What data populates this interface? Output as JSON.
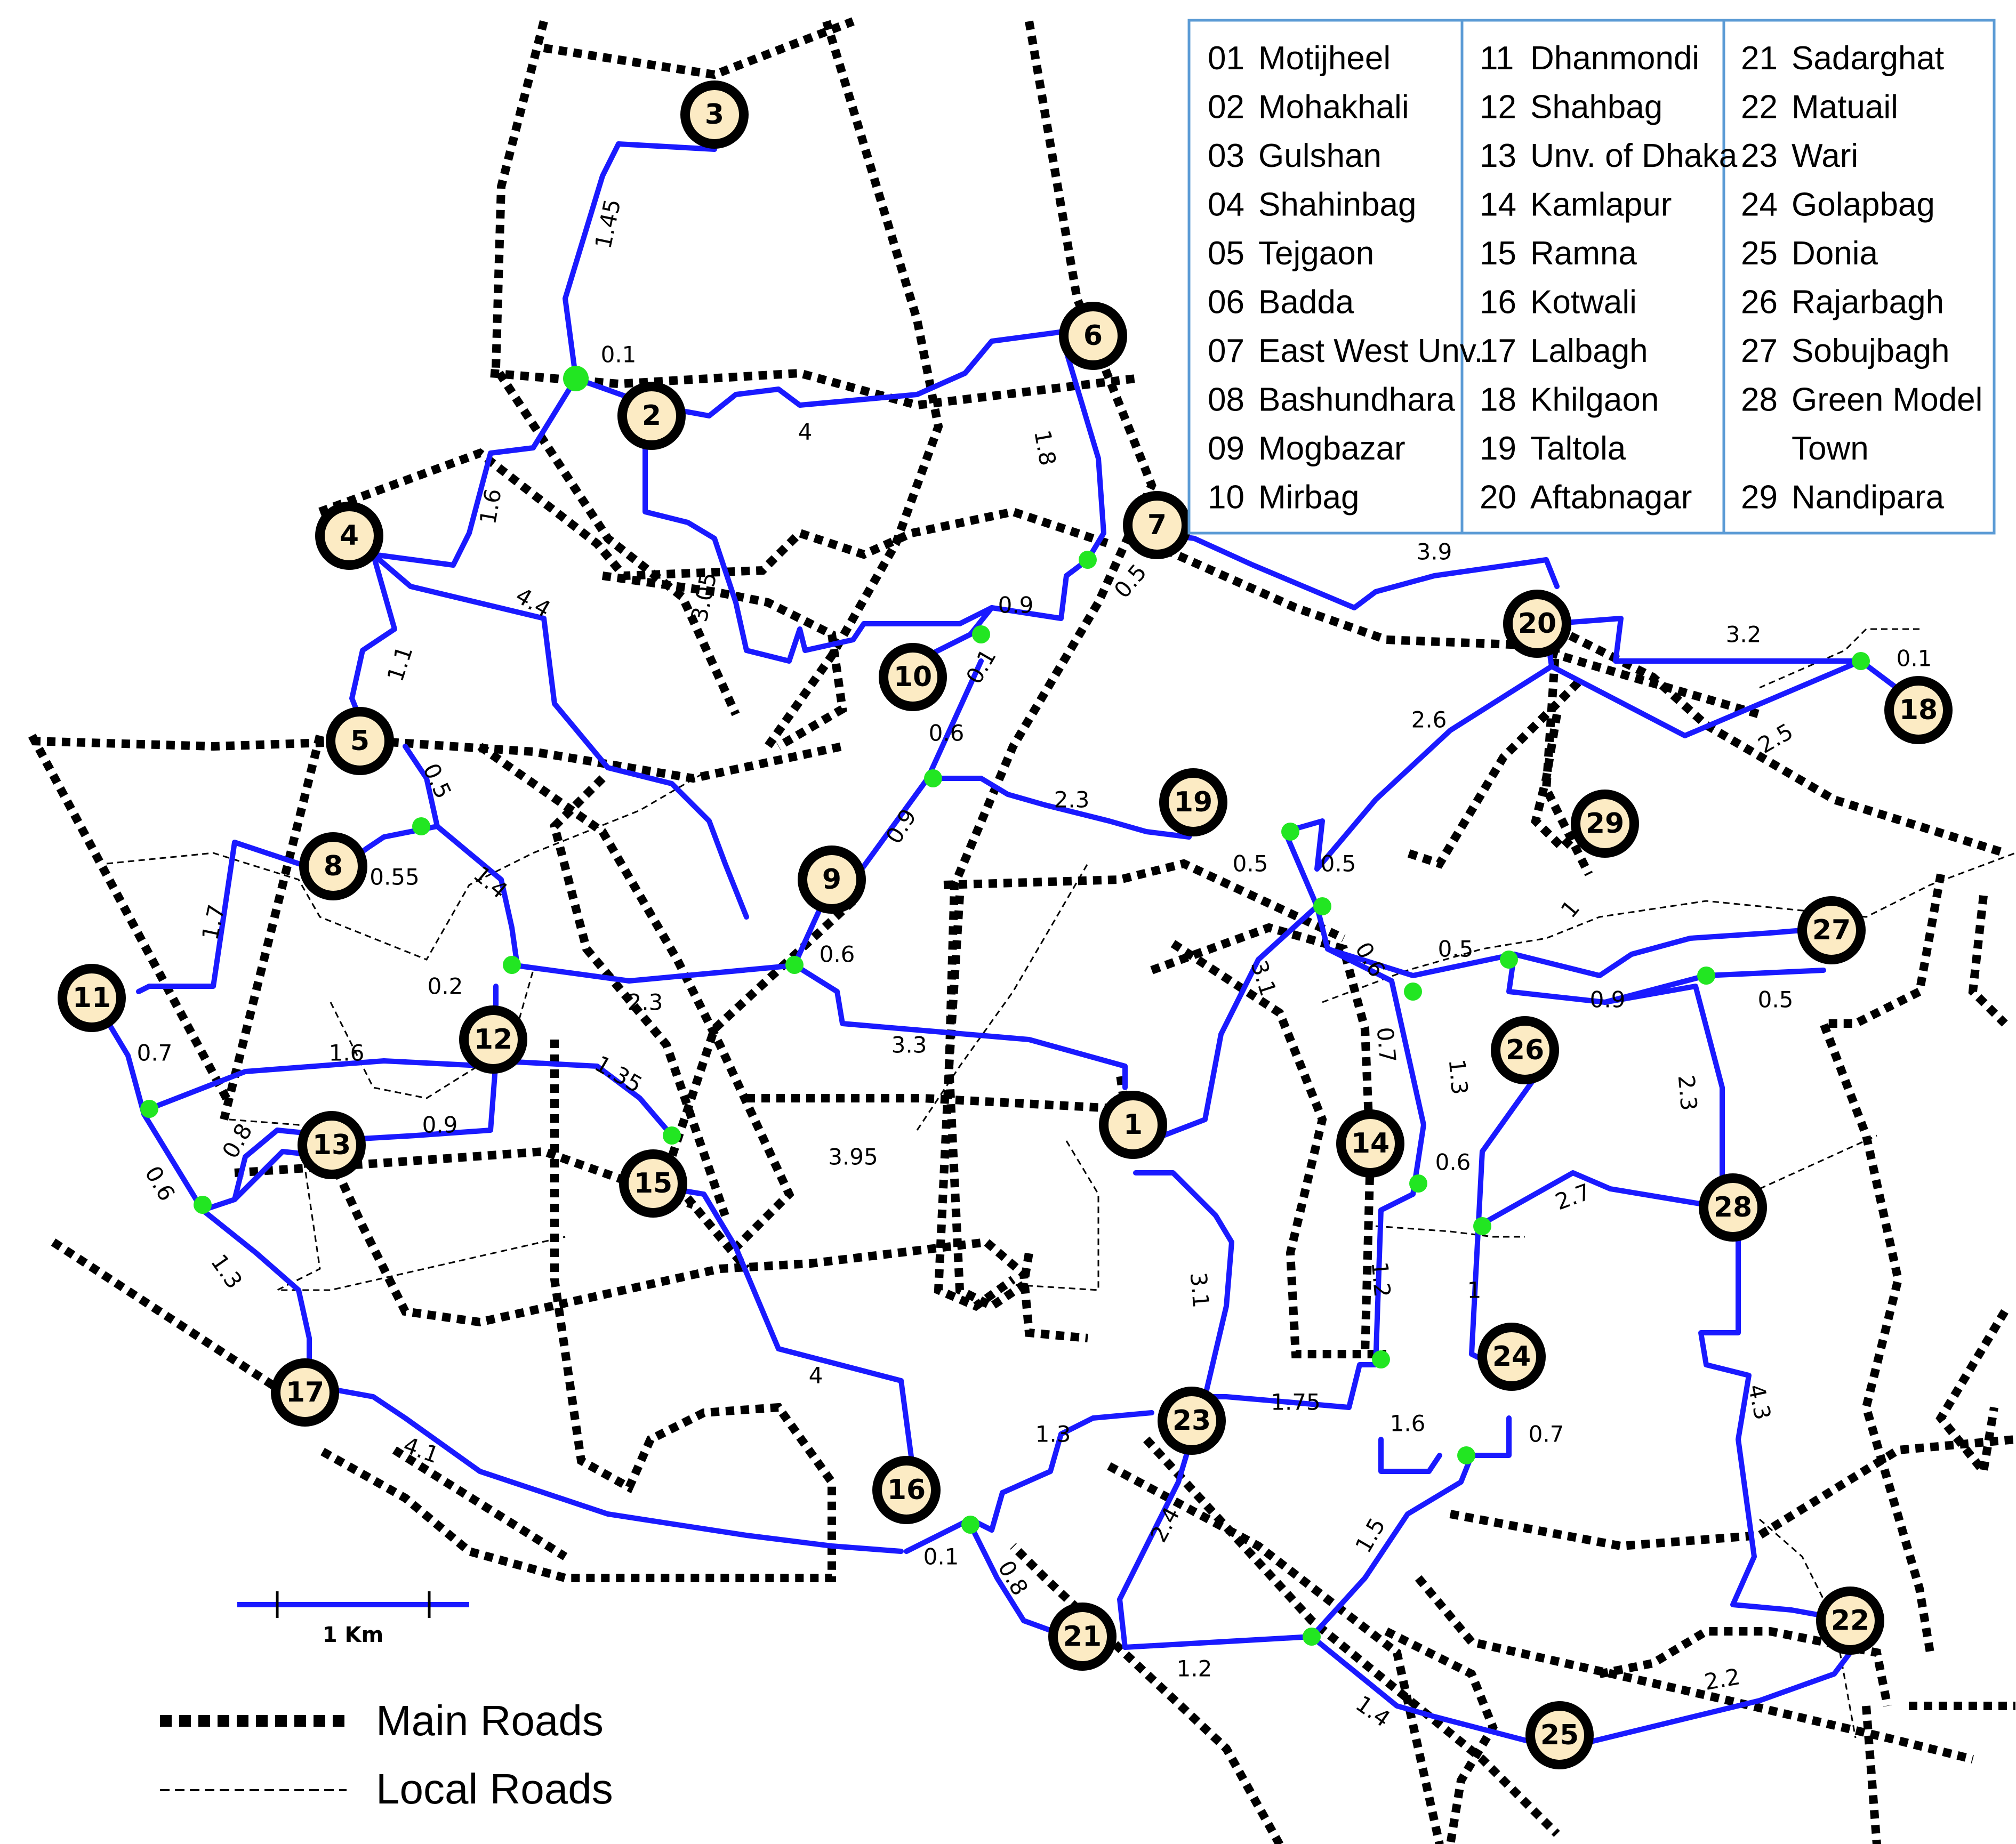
{
  "legend": {
    "columns": [
      [
        {
          "code": "01",
          "name": "Motijheel"
        },
        {
          "code": "02",
          "name": "Mohakhali"
        },
        {
          "code": "03",
          "name": "Gulshan"
        },
        {
          "code": "04",
          "name": "Shahinbag"
        },
        {
          "code": "05",
          "name": "Tejgaon"
        },
        {
          "code": "06",
          "name": "Badda"
        },
        {
          "code": "07",
          "name": "East West Unv."
        },
        {
          "code": "08",
          "name": "Bashundhara"
        },
        {
          "code": "09",
          "name": "Mogbazar"
        },
        {
          "code": "10",
          "name": "Mirbag"
        }
      ],
      [
        {
          "code": "11",
          "name": "Dhanmondi"
        },
        {
          "code": "12",
          "name": "Shahbag"
        },
        {
          "code": "13",
          "name": "Unv. of Dhaka"
        },
        {
          "code": "14",
          "name": "Kamlapur"
        },
        {
          "code": "15",
          "name": "Ramna"
        },
        {
          "code": "16",
          "name": "Kotwali"
        },
        {
          "code": "17",
          "name": "Lalbagh"
        },
        {
          "code": "18",
          "name": "Khilgaon"
        },
        {
          "code": "19",
          "name": "Taltola"
        },
        {
          "code": "20",
          "name": "Aftabnagar"
        }
      ],
      [
        {
          "code": "21",
          "name": "Sadarghat"
        },
        {
          "code": "22",
          "name": "Matuail"
        },
        {
          "code": "23",
          "name": "Wari"
        },
        {
          "code": "24",
          "name": "Golapbag"
        },
        {
          "code": "25",
          "name": "Donia"
        },
        {
          "code": "26",
          "name": "Rajarbagh"
        },
        {
          "code": "27",
          "name": "Sobujbagh"
        },
        {
          "code": "28",
          "name": "Green Model"
        },
        {
          "code": "",
          "name": "Town"
        },
        {
          "code": "29",
          "name": "Nandipara"
        }
      ]
    ]
  },
  "key": {
    "main_roads": "Main Roads",
    "local_roads": "Local Roads",
    "scale": "1 Km"
  },
  "nodes": [
    "1",
    "2",
    "3",
    "4",
    "5",
    "6",
    "7",
    "8",
    "9",
    "10",
    "11",
    "12",
    "13",
    "14",
    "15",
    "16",
    "17",
    "18",
    "19",
    "20",
    "21",
    "22",
    "23",
    "24",
    "25",
    "26",
    "27",
    "28",
    "29"
  ],
  "distance_labels": [
    "1.45",
    "0.1",
    "4",
    "1.8",
    "1.6",
    "4.4",
    "3.05",
    "0.9",
    "0.1",
    "0.5",
    "1.1",
    "0.6",
    "0.5",
    "0.55",
    "1.7",
    "1.4",
    "0.9",
    "2.3",
    "3.9",
    "3.2",
    "0.1",
    "2.6",
    "2.5",
    "0.6",
    "0.2",
    "2.3",
    "0.7",
    "1.6",
    "1.35",
    "3.3",
    "0.5",
    "0.5",
    "1",
    "0.5",
    "0.9",
    "0.5",
    "0.8",
    "0.9",
    "3.95",
    "3.1",
    "0.6",
    "0.7",
    "1.3",
    "2.3",
    "0.6",
    "2.7",
    "0.6",
    "1.3",
    "3.1",
    "1.2",
    "1",
    "4",
    "1.75",
    "1.6",
    "0.7",
    "4.1",
    "1.3",
    "0.1",
    "0.8",
    "2.4",
    "1.5",
    "4.3",
    "1.2",
    "1.4",
    "2.2"
  ],
  "colors": {
    "route": "#1a1aff",
    "junction": "#22e622",
    "node_fill": "#fcebc4",
    "legend_border": "#5b9bd5"
  }
}
